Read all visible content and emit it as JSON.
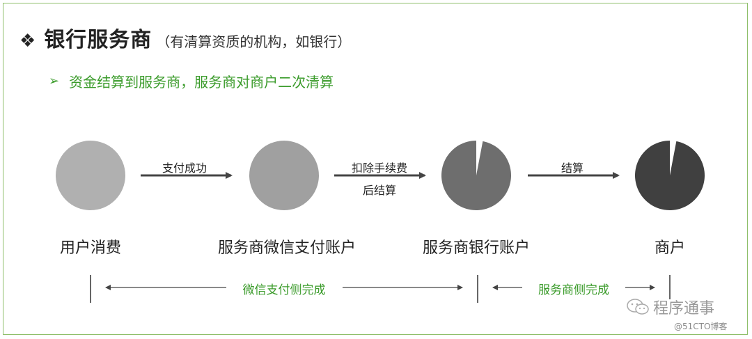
{
  "header": {
    "bullet_icon": "diamond-bullet-icon",
    "title": "银行服务商",
    "subtitle": "（有清算资质的机构，如银行）"
  },
  "subheading": {
    "arrow_icon": "right-arrowhead-icon",
    "text": "资金结算到服务商，服务商对商户二次清算"
  },
  "nodes": [
    {
      "label": "用户消费",
      "color": "#b0b0b0",
      "slice_fraction": 0
    },
    {
      "label": "服务商微信支付账户",
      "color": "#a0a0a0",
      "slice_fraction": 0
    },
    {
      "label": "服务商银行账户",
      "color": "#6e6e6e",
      "slice_fraction": 0.03
    },
    {
      "label": "商户",
      "color": "#404040",
      "slice_fraction": 0.03
    }
  ],
  "edges": [
    {
      "label_top": "支付成功",
      "label_bottom": ""
    },
    {
      "label_top": "扣除手续费",
      "label_bottom": "后结算"
    },
    {
      "label_top": "结算",
      "label_bottom": ""
    }
  ],
  "scopes": [
    {
      "label": "微信支付侧完成"
    },
    {
      "label": "服务商侧完成"
    }
  ],
  "watermark": {
    "icon": "wechat-icon",
    "text": "程序通事",
    "credit": "@51CTO博客"
  },
  "colors": {
    "accent_green": "#3a9b2a",
    "border_green": "#8fbf6a",
    "arrow": "#444444"
  }
}
